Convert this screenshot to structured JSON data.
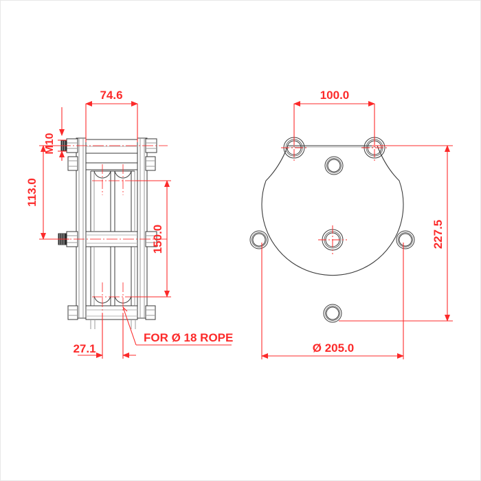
{
  "drawing": {
    "title": "Double sheave rope block - two orthographic views",
    "background_color": "#ffffff",
    "dimension_color": "#fc2a2a",
    "geometry_color": "#3a3a3a",
    "geometry_light_color": "#8a8a8a",
    "views": {
      "left": {
        "name": "front-elevation-view",
        "description": "Side elevation of double sheave block with bolted side plates"
      },
      "right": {
        "name": "plan-circular-plate-view",
        "description": "Circular sheave plate with bolt holes"
      }
    }
  },
  "dimensions": {
    "width_74_6": "74.6",
    "thread_m10": "M10",
    "height_113_0": "113.0",
    "height_150_0": "150.0",
    "offset_27_1": "27.1",
    "bolt_span_100_0": "100.0",
    "height_227_5": "227.5",
    "diameter_205_0": "Ø 205.0"
  },
  "notes": {
    "rope_note": "FOR Ø 18 ROPE"
  }
}
